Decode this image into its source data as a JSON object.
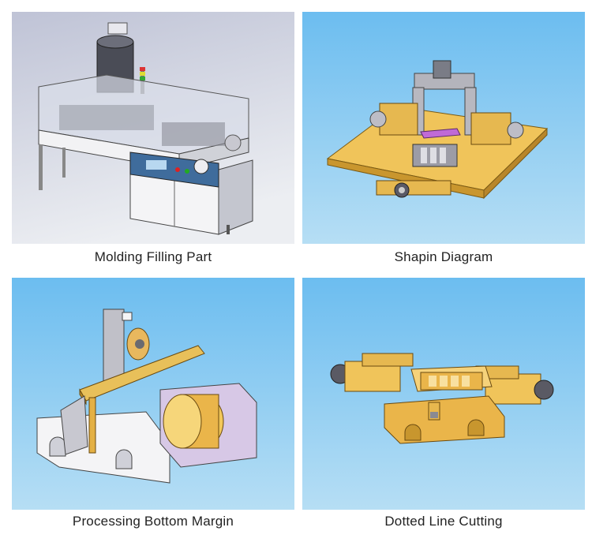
{
  "panels": [
    {
      "caption": "Molding Filling Part"
    },
    {
      "caption": "Shapin Diagram"
    },
    {
      "caption": "Processing Bottom Margin"
    },
    {
      "caption": "Dotted Line Cutting"
    }
  ],
  "colors": {
    "grey_background": "#c9ccd8",
    "blue_background": "#7fc6ee",
    "brass": "#e8b84e",
    "steel": "#b8b8c0",
    "lavender": "#d6c8e4"
  }
}
